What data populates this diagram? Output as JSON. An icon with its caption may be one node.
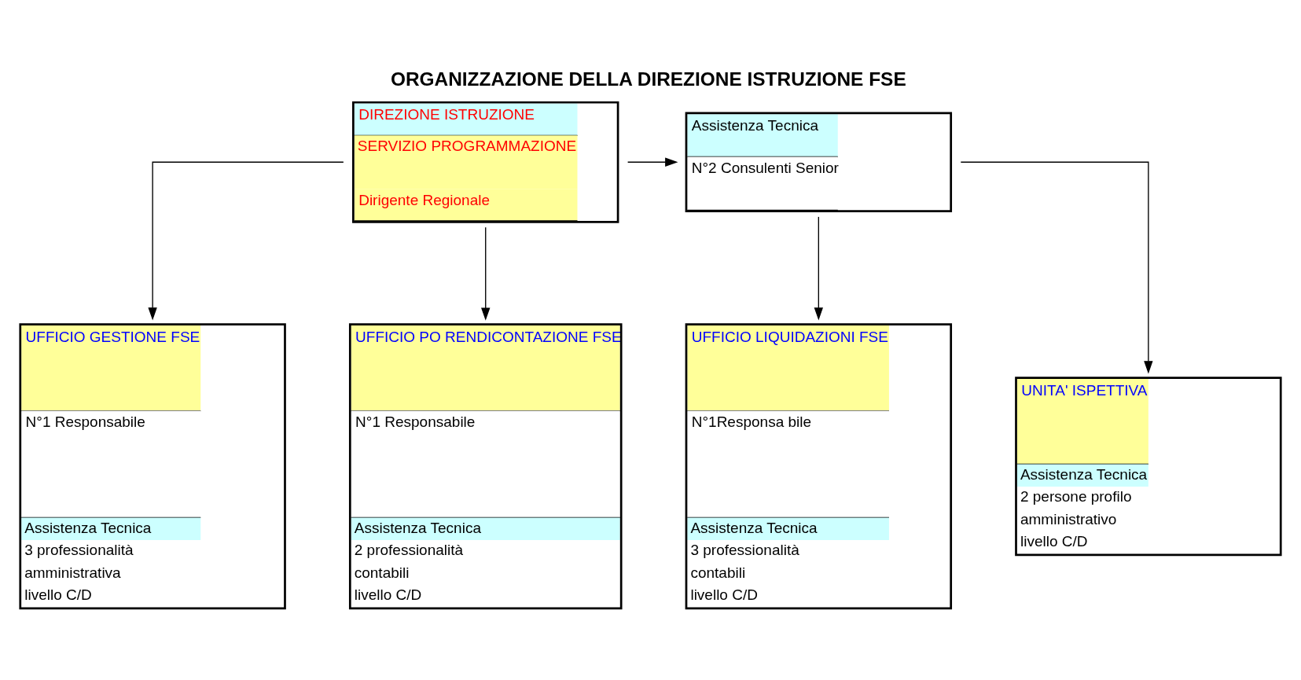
{
  "diagram": {
    "title": "ORGANIZZAZIONE DELLA DIREZIONE ISTRUZIONE FSE",
    "nodes": [
      {
        "text": [
          "DIREZIONE ISTRUZIONE",
          "SERVIZIO PROGRAMMAZIONE",
          "Dirigente Regionale"
        ]
      },
      {
        "text": [
          "Assistenza Tecnica",
          "N°2 Consulenti Senior"
        ]
      },
      {
        "text": [
          "UFFICIO GESTIONE FSE",
          "N°1 Responsabile",
          "Assistenza Tecnica",
          "3 professionalità",
          "amministrativa",
          "livello C/D"
        ]
      },
      {
        "text": [
          "UFFICIO PO RENDICONTAZIONE FSE",
          "N°1 Responsabile",
          "Assistenza Tecnica",
          "2 professionalità",
          "contabili",
          "livello C/D"
        ]
      },
      {
        "text": [
          "UFFICIO LIQUIDAZIONI FSE",
          "N°1Responsa bile",
          "Assistenza Tecnica",
          "3 professionalità",
          "contabili",
          "livello C/D"
        ]
      },
      {
        "text": [
          "UNITA' ISPETTIVA",
          "Assistenza Tecnica",
          "2 persone profilo",
          "amministrativo",
          "livello C/D"
        ]
      }
    ],
    "edges": [
      {
        "from": 0,
        "to": 1,
        "arrow": "to"
      },
      {
        "from": 0,
        "to": 2,
        "arrow": "to"
      },
      {
        "from": 0,
        "to": 3,
        "arrow": "to"
      },
      {
        "from": 1,
        "to": 4,
        "arrow": "to"
      },
      {
        "from": 1,
        "to": 5,
        "arrow": "to"
      }
    ]
  }
}
